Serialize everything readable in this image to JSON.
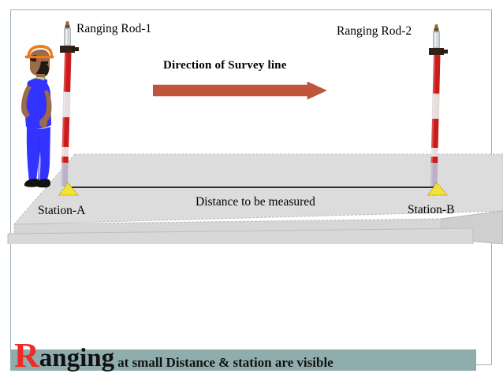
{
  "slide": {
    "background_color": "#ffffff",
    "frame_color": "#9fb0ba",
    "banner_color": "#8fadad",
    "accent_red": "#ef2b26",
    "arrow_color": "#c1553c",
    "slab_top_color": "#dcdcdc",
    "slab_face_color": "#d4d4d4",
    "survey_line_color": "#2b2b2b"
  },
  "labels": {
    "rod1": "Ranging Rod-1",
    "rod2": "Ranging Rod-2",
    "direction": "Direction of Survey line",
    "distance": "Distance to be measured",
    "station_a": "Station-A",
    "station_b": "Station-B"
  },
  "title": {
    "drop_cap": "R",
    "word": "anging",
    "rest": "at small Distance  & station are  visible"
  },
  "figures": {
    "surveyor": {
      "helmet_color": "#f07d1c",
      "shirt_color": "#bcd9a0",
      "overalls_color": "#3333ff",
      "skin_color": "#9c6b4a",
      "shoe_color": "#111111",
      "beard_color": "#241a14"
    },
    "ranging_rod": {
      "band_red": "#cc1b1b",
      "band_white": "#e8dcdc",
      "lower_grey": "#b9aec6",
      "clamp_color": "#332018",
      "base_color": "#f2e436",
      "base_edge": "#c9a800"
    }
  }
}
